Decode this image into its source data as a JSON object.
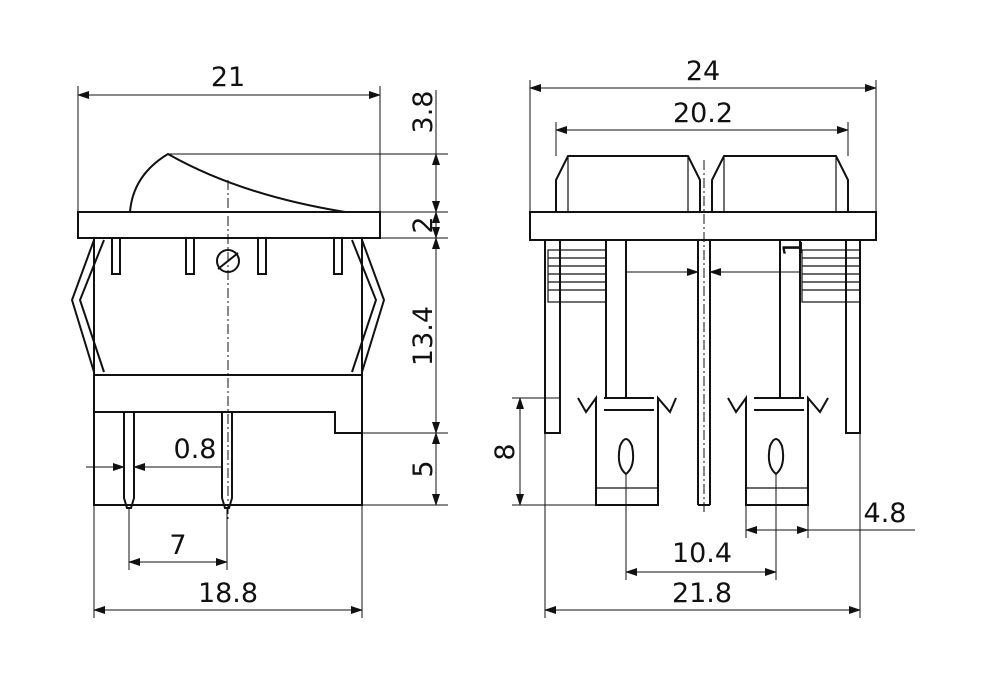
{
  "side_view": {
    "dimensions": {
      "top_width": "21",
      "rocker_height": "3.8",
      "flange_height": "2",
      "body_height": "13.4",
      "terminal_length": "5",
      "terminal_thickness": "0.8",
      "terminal_pitch": "7",
      "body_width": "18.8"
    }
  },
  "front_view": {
    "dimensions": {
      "overall_width": "24",
      "rocker_width": "20.2",
      "center_gap": "1",
      "terminal_tab_height": "8",
      "terminal_width": "4.8",
      "terminal_spacing": "10.4",
      "body_width": "21.8"
    }
  }
}
